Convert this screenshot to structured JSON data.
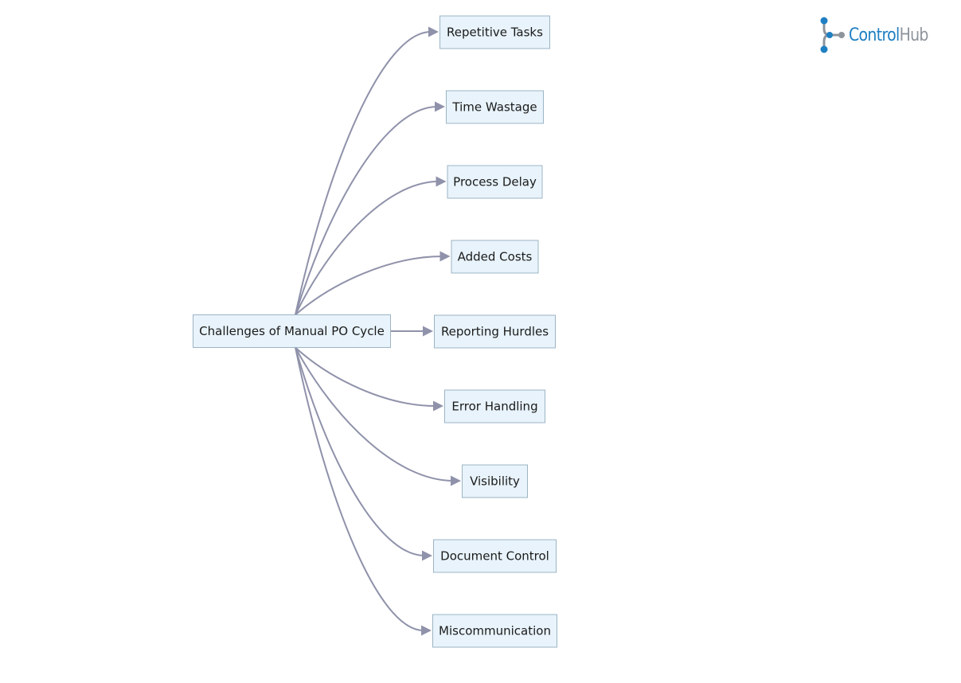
{
  "diagram": {
    "source": {
      "label": "Challenges of Manual PO Cycle"
    },
    "targets": [
      {
        "label": "Repetitive Tasks"
      },
      {
        "label": "Time Wastage"
      },
      {
        "label": "Process Delay"
      },
      {
        "label": "Added Costs"
      },
      {
        "label": "Reporting Hurdles"
      },
      {
        "label": "Error Handling"
      },
      {
        "label": "Visibility"
      },
      {
        "label": "Document Control"
      },
      {
        "label": "Miscommunication"
      }
    ]
  },
  "logo": {
    "text_primary": "Control",
    "text_secondary": "Hub",
    "icon": "network-nodes-icon"
  },
  "colors": {
    "node_fill": "#e8f3fb",
    "node_border": "#9cb4c4",
    "edge": "#8f92aa",
    "logo_primary": "#1f7fc2",
    "logo_secondary": "#8e949c"
  }
}
